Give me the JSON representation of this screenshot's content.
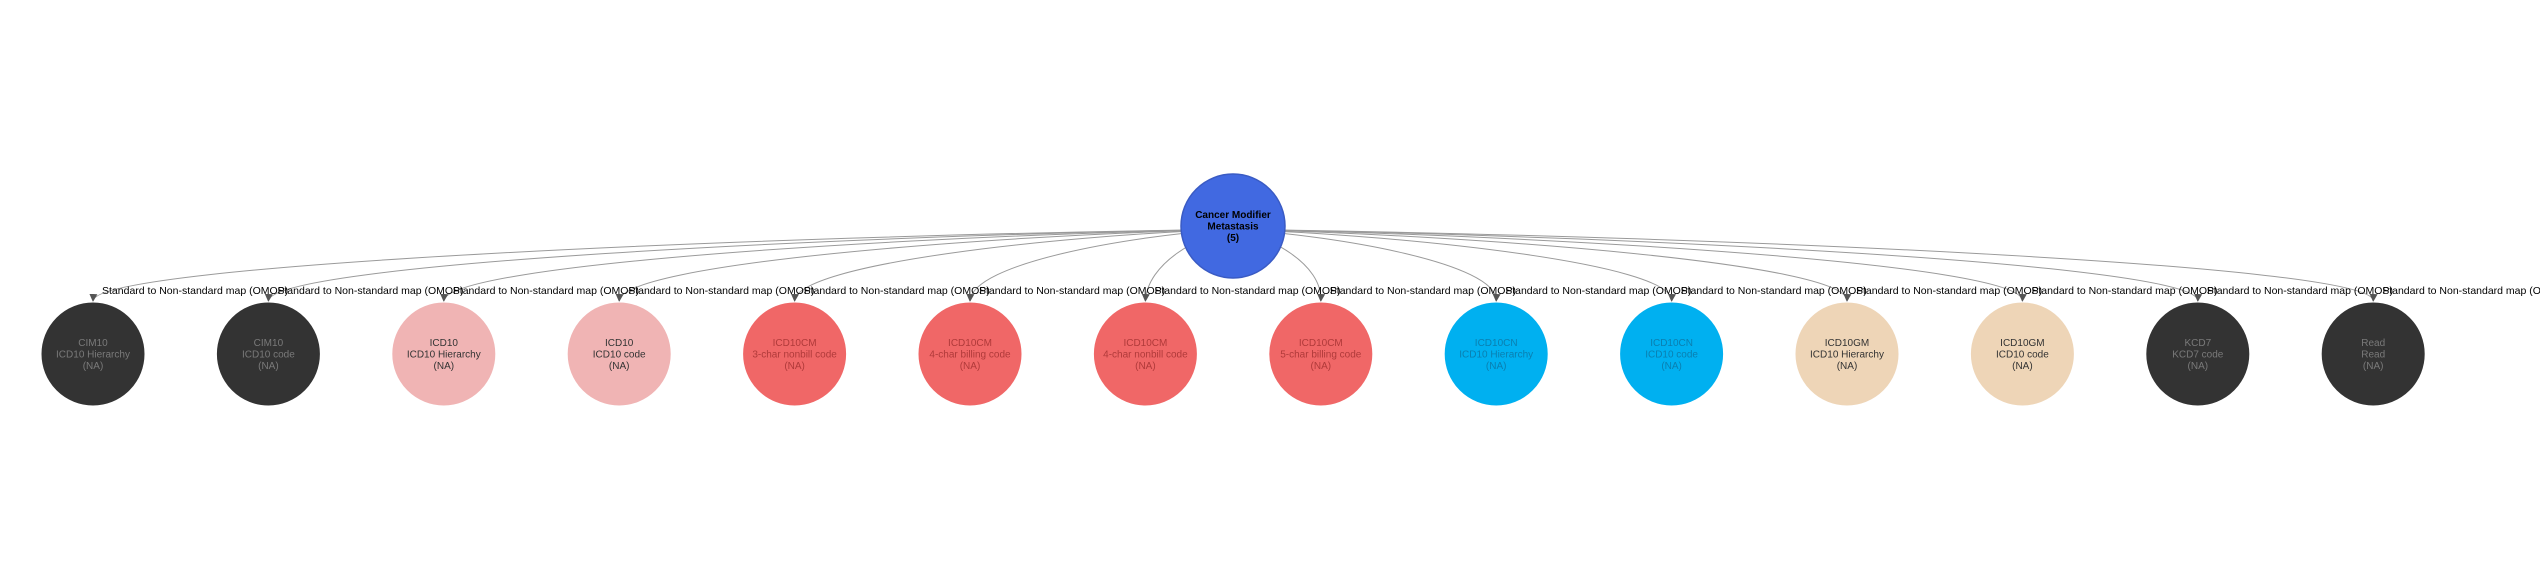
{
  "diagram": {
    "root": {
      "lines": [
        "Cancer Modifier",
        "Metastasis",
        "(5)"
      ],
      "color": "#4169e1",
      "stroke": "#3a5bc4",
      "text_color": "#000000"
    },
    "edge_label": "Standard to Non-standard map (OMOP)",
    "edge_color": "#9a9a9a",
    "children": [
      {
        "lines": [
          "CIM10",
          "ICD10 Hierarchy",
          "(NA)"
        ],
        "color": "#333333",
        "text_color": "#7a7a7a"
      },
      {
        "lines": [
          "CIM10",
          "ICD10 code",
          "(NA)"
        ],
        "color": "#333333",
        "text_color": "#7a7a7a"
      },
      {
        "lines": [
          "ICD10",
          "ICD10 Hierarchy",
          "(NA)"
        ],
        "color": "#f0b4b4",
        "text_color": "#333333"
      },
      {
        "lines": [
          "ICD10",
          "ICD10 code",
          "(NA)"
        ],
        "color": "#f0b4b4",
        "text_color": "#333333"
      },
      {
        "lines": [
          "ICD10CM",
          "3-char nonbill code",
          "(NA)"
        ],
        "color": "#f06767",
        "text_color": "#b03a3a"
      },
      {
        "lines": [
          "ICD10CM",
          "4-char billing code",
          "(NA)"
        ],
        "color": "#f06767",
        "text_color": "#b03a3a"
      },
      {
        "lines": [
          "ICD10CM",
          "4-char nonbill code",
          "(NA)"
        ],
        "color": "#f06767",
        "text_color": "#b03a3a"
      },
      {
        "lines": [
          "ICD10CM",
          "5-char billing code",
          "(NA)"
        ],
        "color": "#f06767",
        "text_color": "#b03a3a"
      },
      {
        "lines": [
          "ICD10CN",
          "ICD10 Hierarchy",
          "(NA)"
        ],
        "color": "#00b0f0",
        "text_color": "#0a7fb0"
      },
      {
        "lines": [
          "ICD10CN",
          "ICD10 code",
          "(NA)"
        ],
        "color": "#00b0f0",
        "text_color": "#0a7fb0"
      },
      {
        "lines": [
          "ICD10GM",
          "ICD10 Hierarchy",
          "(NA)"
        ],
        "color": "#eed5b7",
        "text_color": "#333333"
      },
      {
        "lines": [
          "ICD10GM",
          "ICD10 code",
          "(NA)"
        ],
        "color": "#eed5b7",
        "text_color": "#333333"
      },
      {
        "lines": [
          "KCD7",
          "KCD7 code",
          "(NA)"
        ],
        "color": "#333333",
        "text_color": "#7a7a7a"
      },
      {
        "lines": [
          "Read",
          "Read",
          "(NA)"
        ],
        "color": "#333333",
        "text_color": "#7a7a7a"
      }
    ]
  }
}
